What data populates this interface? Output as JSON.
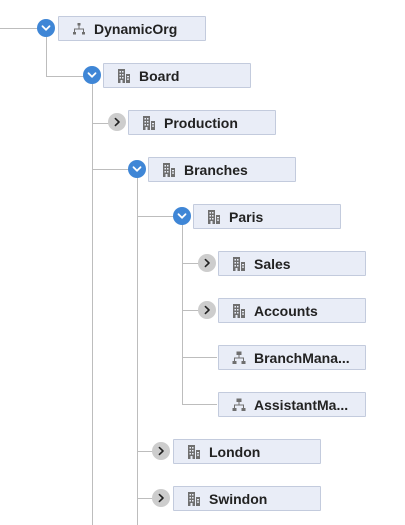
{
  "colors": {
    "connector": "#bdbdbd",
    "node_bg": "#e9edf7",
    "node_border": "#c3cbdd",
    "toggle_expanded": "#3f86d6",
    "toggle_collapsed": "#cdcdcd",
    "icon": "#6f6f6f",
    "text": "#222222"
  },
  "tree": {
    "nodes": [
      {
        "id": "dynamicorg",
        "label": "DynamicOrg",
        "icon": "org-chart-icon",
        "toggle": "expanded"
      },
      {
        "id": "board",
        "label": "Board",
        "icon": "building-icon",
        "toggle": "expanded"
      },
      {
        "id": "production",
        "label": "Production",
        "icon": "building-icon",
        "toggle": "collapsed"
      },
      {
        "id": "branches",
        "label": "Branches",
        "icon": "building-icon",
        "toggle": "expanded"
      },
      {
        "id": "paris",
        "label": "Paris",
        "icon": "building-icon",
        "toggle": "expanded"
      },
      {
        "id": "sales",
        "label": "Sales",
        "icon": "building-icon",
        "toggle": "collapsed"
      },
      {
        "id": "accounts",
        "label": "Accounts",
        "icon": "building-icon",
        "toggle": "collapsed"
      },
      {
        "id": "branchmanager",
        "label": "BranchMana...",
        "icon": "position-icon",
        "toggle": "none"
      },
      {
        "id": "assistantmanager",
        "label": "AssistantMa...",
        "icon": "position-icon",
        "toggle": "none"
      },
      {
        "id": "london",
        "label": "London",
        "icon": "building-icon",
        "toggle": "collapsed"
      },
      {
        "id": "swindon",
        "label": "Swindon",
        "icon": "building-icon",
        "toggle": "collapsed"
      }
    ]
  }
}
